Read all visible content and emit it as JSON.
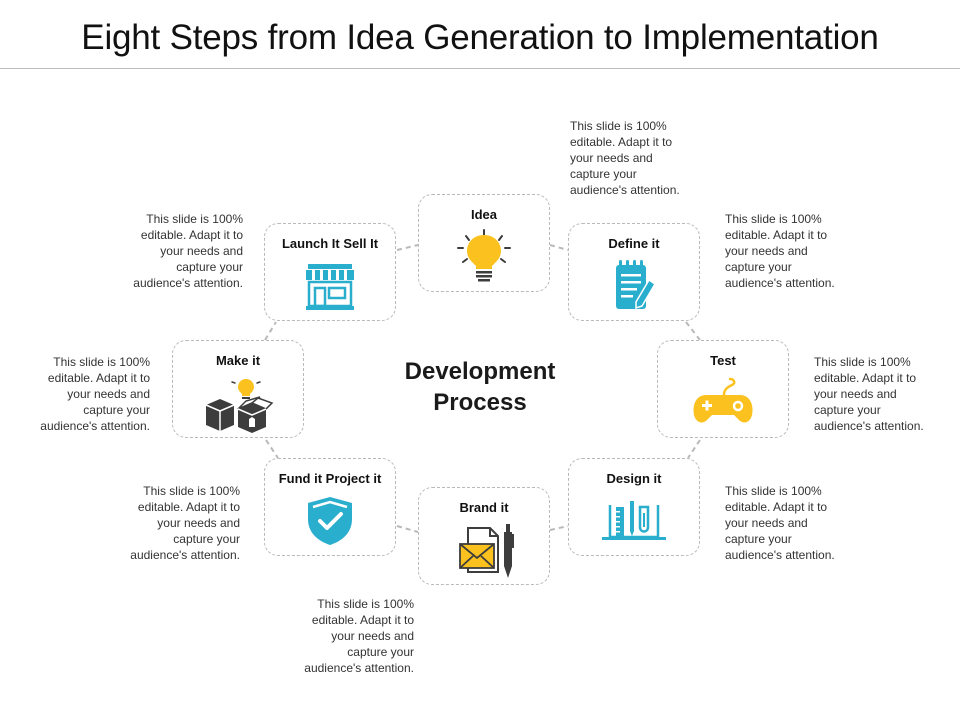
{
  "title": "Eight Steps from Idea Generation to Implementation",
  "center": {
    "line1": "Development",
    "line2": "Process"
  },
  "description_lines": [
    "This slide is 100%",
    "editable. Adapt it to",
    "your needs and",
    "capture your",
    "audience's attention."
  ],
  "steps": [
    {
      "label": "Idea",
      "icon": "lightbulb-icon"
    },
    {
      "label": "Define it",
      "icon": "notepad-pen-icon"
    },
    {
      "label": "Test",
      "icon": "gamepad-icon"
    },
    {
      "label": "Design it",
      "icon": "design-tools-icon"
    },
    {
      "label": "Brand it",
      "icon": "envelope-pen-icon"
    },
    {
      "label": "Fund it Project it",
      "icon": "shield-check-icon"
    },
    {
      "label": "Make it",
      "icon": "boxes-bulb-icon"
    },
    {
      "label": "Launch It Sell It",
      "icon": "storefront-icon"
    }
  ],
  "colors": {
    "teal": "#2aaecd",
    "yellow": "#fbc21f",
    "dark": "#3d3d3d",
    "dashed": "#b9b9b9"
  }
}
